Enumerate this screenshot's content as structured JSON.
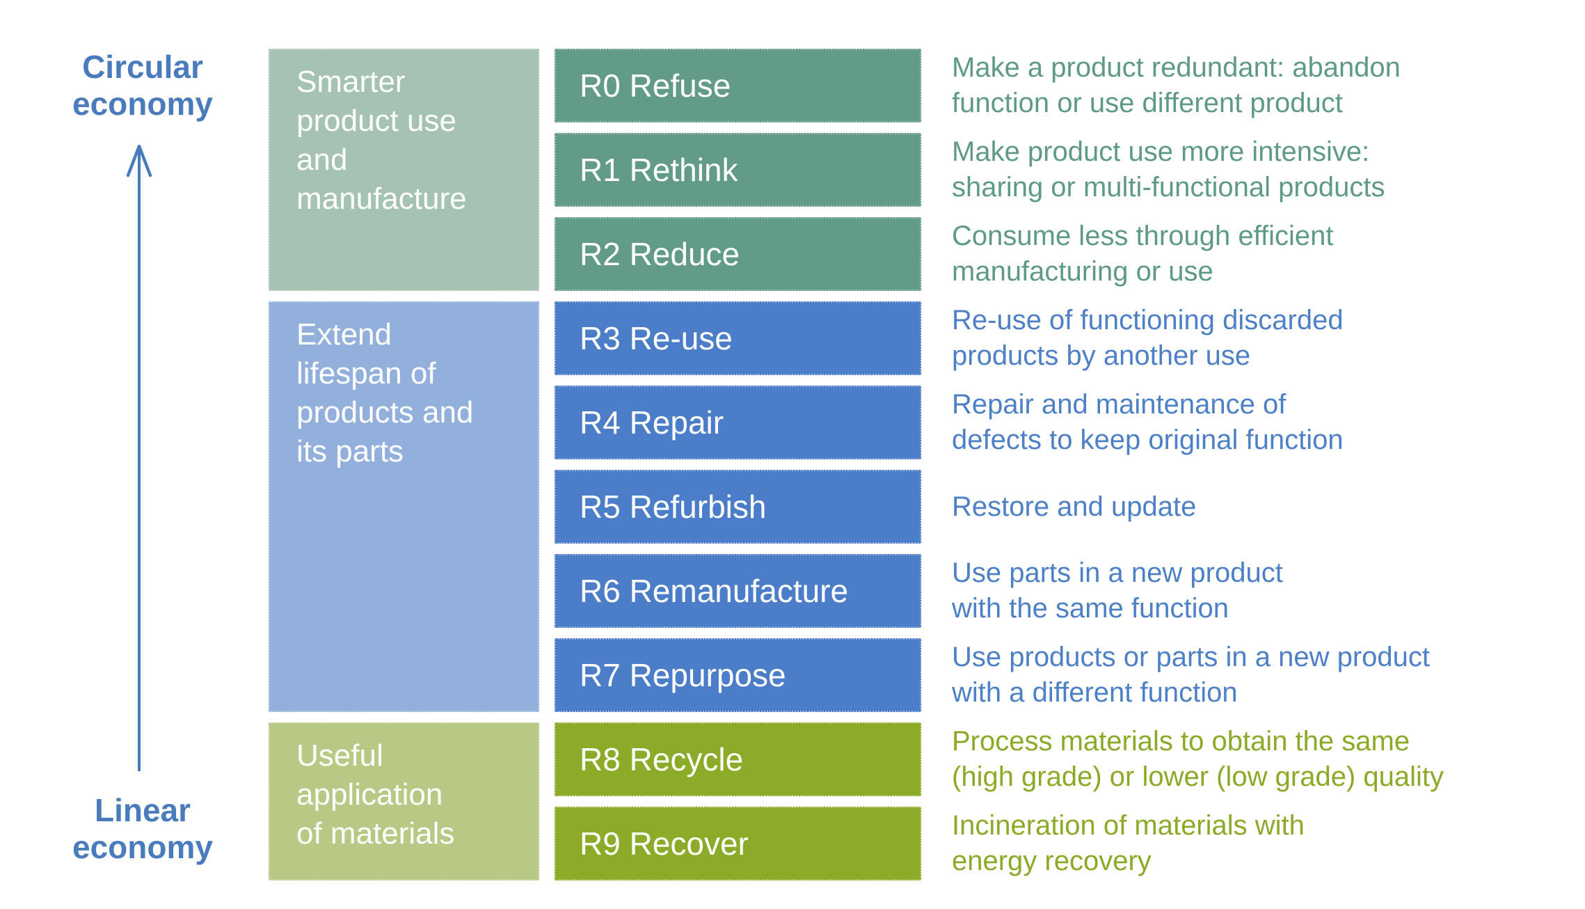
{
  "axis": {
    "top_label": "Circular\neconomy",
    "bottom_label": "Linear\neconomy",
    "label_color": "#4a7cbd",
    "arrow_color": "#4a7cbd",
    "arrow_icon": "up-arrow"
  },
  "colors": {
    "background": "#ffffff",
    "smarter_category_bg": "#a5c2b3",
    "smarter_step_bg": "#629b88",
    "smarter_text": "#5f9a87",
    "extend_category_bg": "#93afdc",
    "extend_step_bg": "#4b7dc8",
    "extend_text": "#4d80c6",
    "useful_category_bg": "#b7c984",
    "useful_step_bg": "#8cab28",
    "useful_text": "#8caa28",
    "box_text": "#ffffff"
  },
  "groups": [
    {
      "id": "smarter-product-use",
      "label": "Smarter\nproduct use\nand\nmanufacture",
      "category_bg": "#a5c2b3",
      "step_bg": "#629b88",
      "text_color": "#5f9a87"
    },
    {
      "id": "extend-lifespan",
      "label": "Extend\nlifespan of\nproducts and\nits parts",
      "category_bg": "#93afdc",
      "step_bg": "#4b7dc8",
      "text_color": "#4d80c6"
    },
    {
      "id": "useful-application",
      "label": "Useful\napplication\nof materials",
      "category_bg": "#b7c984",
      "step_bg": "#8cab28",
      "text_color": "#8caa28"
    }
  ],
  "ladder": [
    {
      "code": "R0",
      "name": "Refuse",
      "label": "R0 Refuse",
      "group": 0,
      "description": "Make a product redundant: abandon\nfunction or use different product"
    },
    {
      "code": "R1",
      "name": "Rethink",
      "label": "R1 Rethink",
      "group": 0,
      "description": "Make product use more intensive:\nsharing or multi-functional products"
    },
    {
      "code": "R2",
      "name": "Reduce",
      "label": "R2 Reduce",
      "group": 0,
      "description": "Consume less through efficient\nmanufacturing or use"
    },
    {
      "code": "R3",
      "name": "Re-use",
      "label": "R3 Re-use",
      "group": 1,
      "description": "Re-use of functioning discarded\nproducts by another use"
    },
    {
      "code": "R4",
      "name": "Repair",
      "label": "R4 Repair",
      "group": 1,
      "description": "Repair and maintenance of\ndefects to keep original function"
    },
    {
      "code": "R5",
      "name": "Refurbish",
      "label": "R5 Refurbish",
      "group": 1,
      "description": "Restore and update"
    },
    {
      "code": "R6",
      "name": "Remanufacture",
      "label": "R6 Remanufacture",
      "group": 1,
      "description": "Use parts in a new product\nwith the same function"
    },
    {
      "code": "R7",
      "name": "Repurpose",
      "label": "R7 Repurpose",
      "group": 1,
      "description": "Use products or parts in a new product\nwith a different function"
    },
    {
      "code": "R8",
      "name": "Recycle",
      "label": "R8 Recycle",
      "group": 2,
      "description": "Process materials to obtain the same\n(high grade) or lower (low grade) quality"
    },
    {
      "code": "R9",
      "name": "Recover",
      "label": "R9 Recover",
      "group": 2,
      "description": "Incineration of materials with\nenergy recovery"
    }
  ]
}
